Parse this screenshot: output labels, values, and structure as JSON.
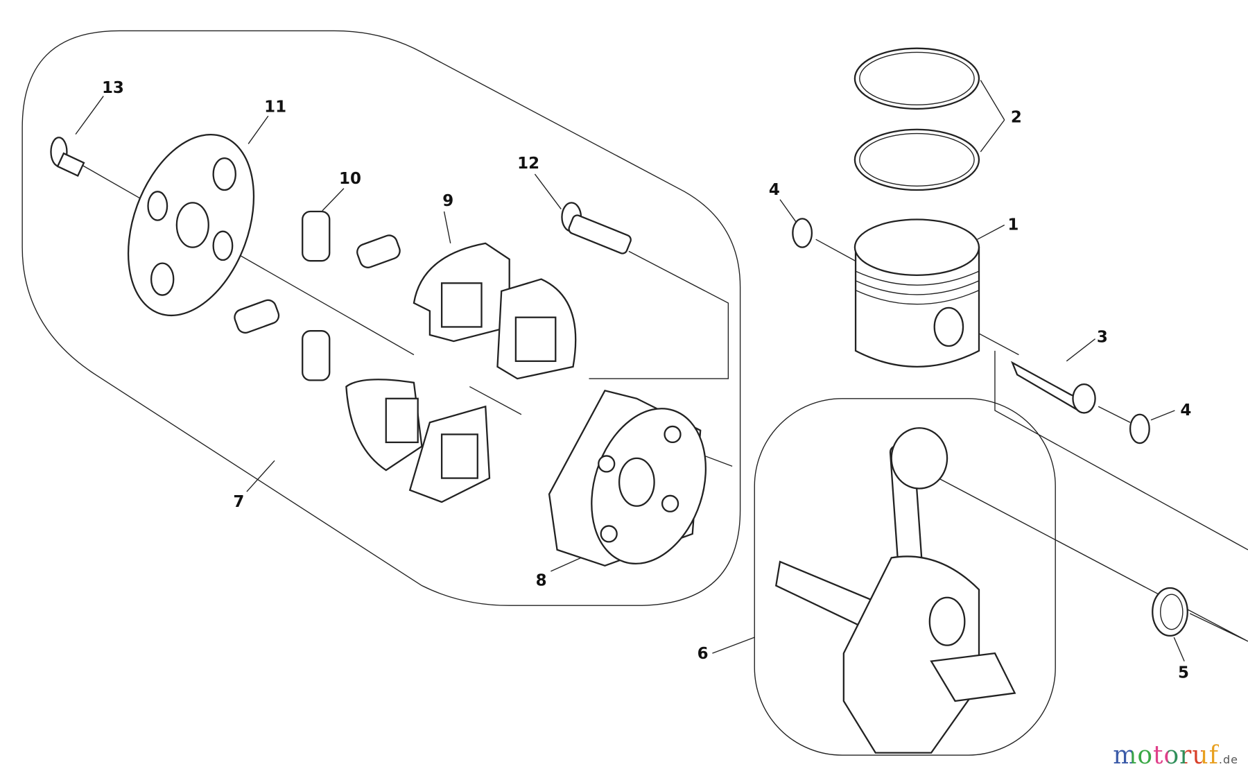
{
  "labels": {
    "l1": "1",
    "l2": "2",
    "l3": "3",
    "l4a": "4",
    "l4b": "4",
    "l5": "5",
    "l6": "6",
    "l7": "7",
    "l8": "8",
    "l9": "9",
    "l10": "10",
    "l11": "11",
    "l12": "12",
    "l13": "13"
  },
  "watermark": {
    "name": "motoruf",
    "suffix": ".de"
  },
  "colors": {
    "line": "#222222",
    "background": "#ffffff"
  }
}
